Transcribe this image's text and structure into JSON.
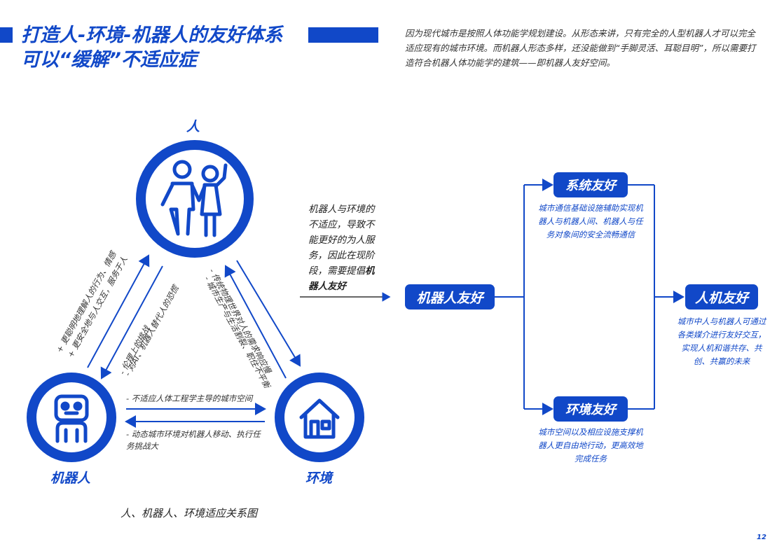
{
  "header": {
    "title_line1": "打造人-环境-机器人的友好体系",
    "title_line2": "可以“缓解”不适应症",
    "intro": "因为现代城市是按照人体功能学规划建设。从形态来讲，只有完全的人型机器人才可以完全适应现有的城市环境。而机器人形态多样，还没能做到“手脚灵活、耳聪目明”，所以需要打造符合机器人体功能学的建筑——即机器人友好空间。"
  },
  "diagram": {
    "node_human": "人",
    "node_robot": "机器人",
    "node_env": "环境",
    "left_text_1": "+ 更聪明地理解人的行为、情感",
    "left_text_2": "+ 更安全地与人交互，服务于人",
    "left_text_3": "- 伦理上的挑战",
    "left_text_4": "- 对AI、机器人替代人的恐慌",
    "right_text_1": "- 传统物理世界对人的需求响应慢",
    "right_text_2": "- 城市生产与生活割裂、职住不平衡",
    "bottom_text_1": "- 不适应人体工程学主导的城市空间",
    "bottom_text_2": "- 动态城市环境对机器人移动、执行任务挑战大",
    "caption": "人、机器人、环境适应关系图"
  },
  "flow": {
    "mid_text_normal": "机器人与环境的不适应，导致不能更好的为人服务，因此在现阶段，需要提倡",
    "mid_text_bold": "机器人友好",
    "center_label": "机器人友好",
    "top_label": "系统友好",
    "top_desc": "城市通信基础设施辅助实现机器人与机器人间、机器人与任务对象间的安全流畅通信",
    "bottom_label": "环境友好",
    "bottom_desc": "城市空间以及相应设施支撑机器人更自由地行动，更高效地完成任务",
    "right_label": "人机友好",
    "right_desc": "城市中人与机器人可通过各类媒介进行友好交互，实现人机和谐共存、共创、共赢的未来"
  },
  "footer": {
    "page_number": "12"
  },
  "colors": {
    "accent": "#1148c8"
  }
}
